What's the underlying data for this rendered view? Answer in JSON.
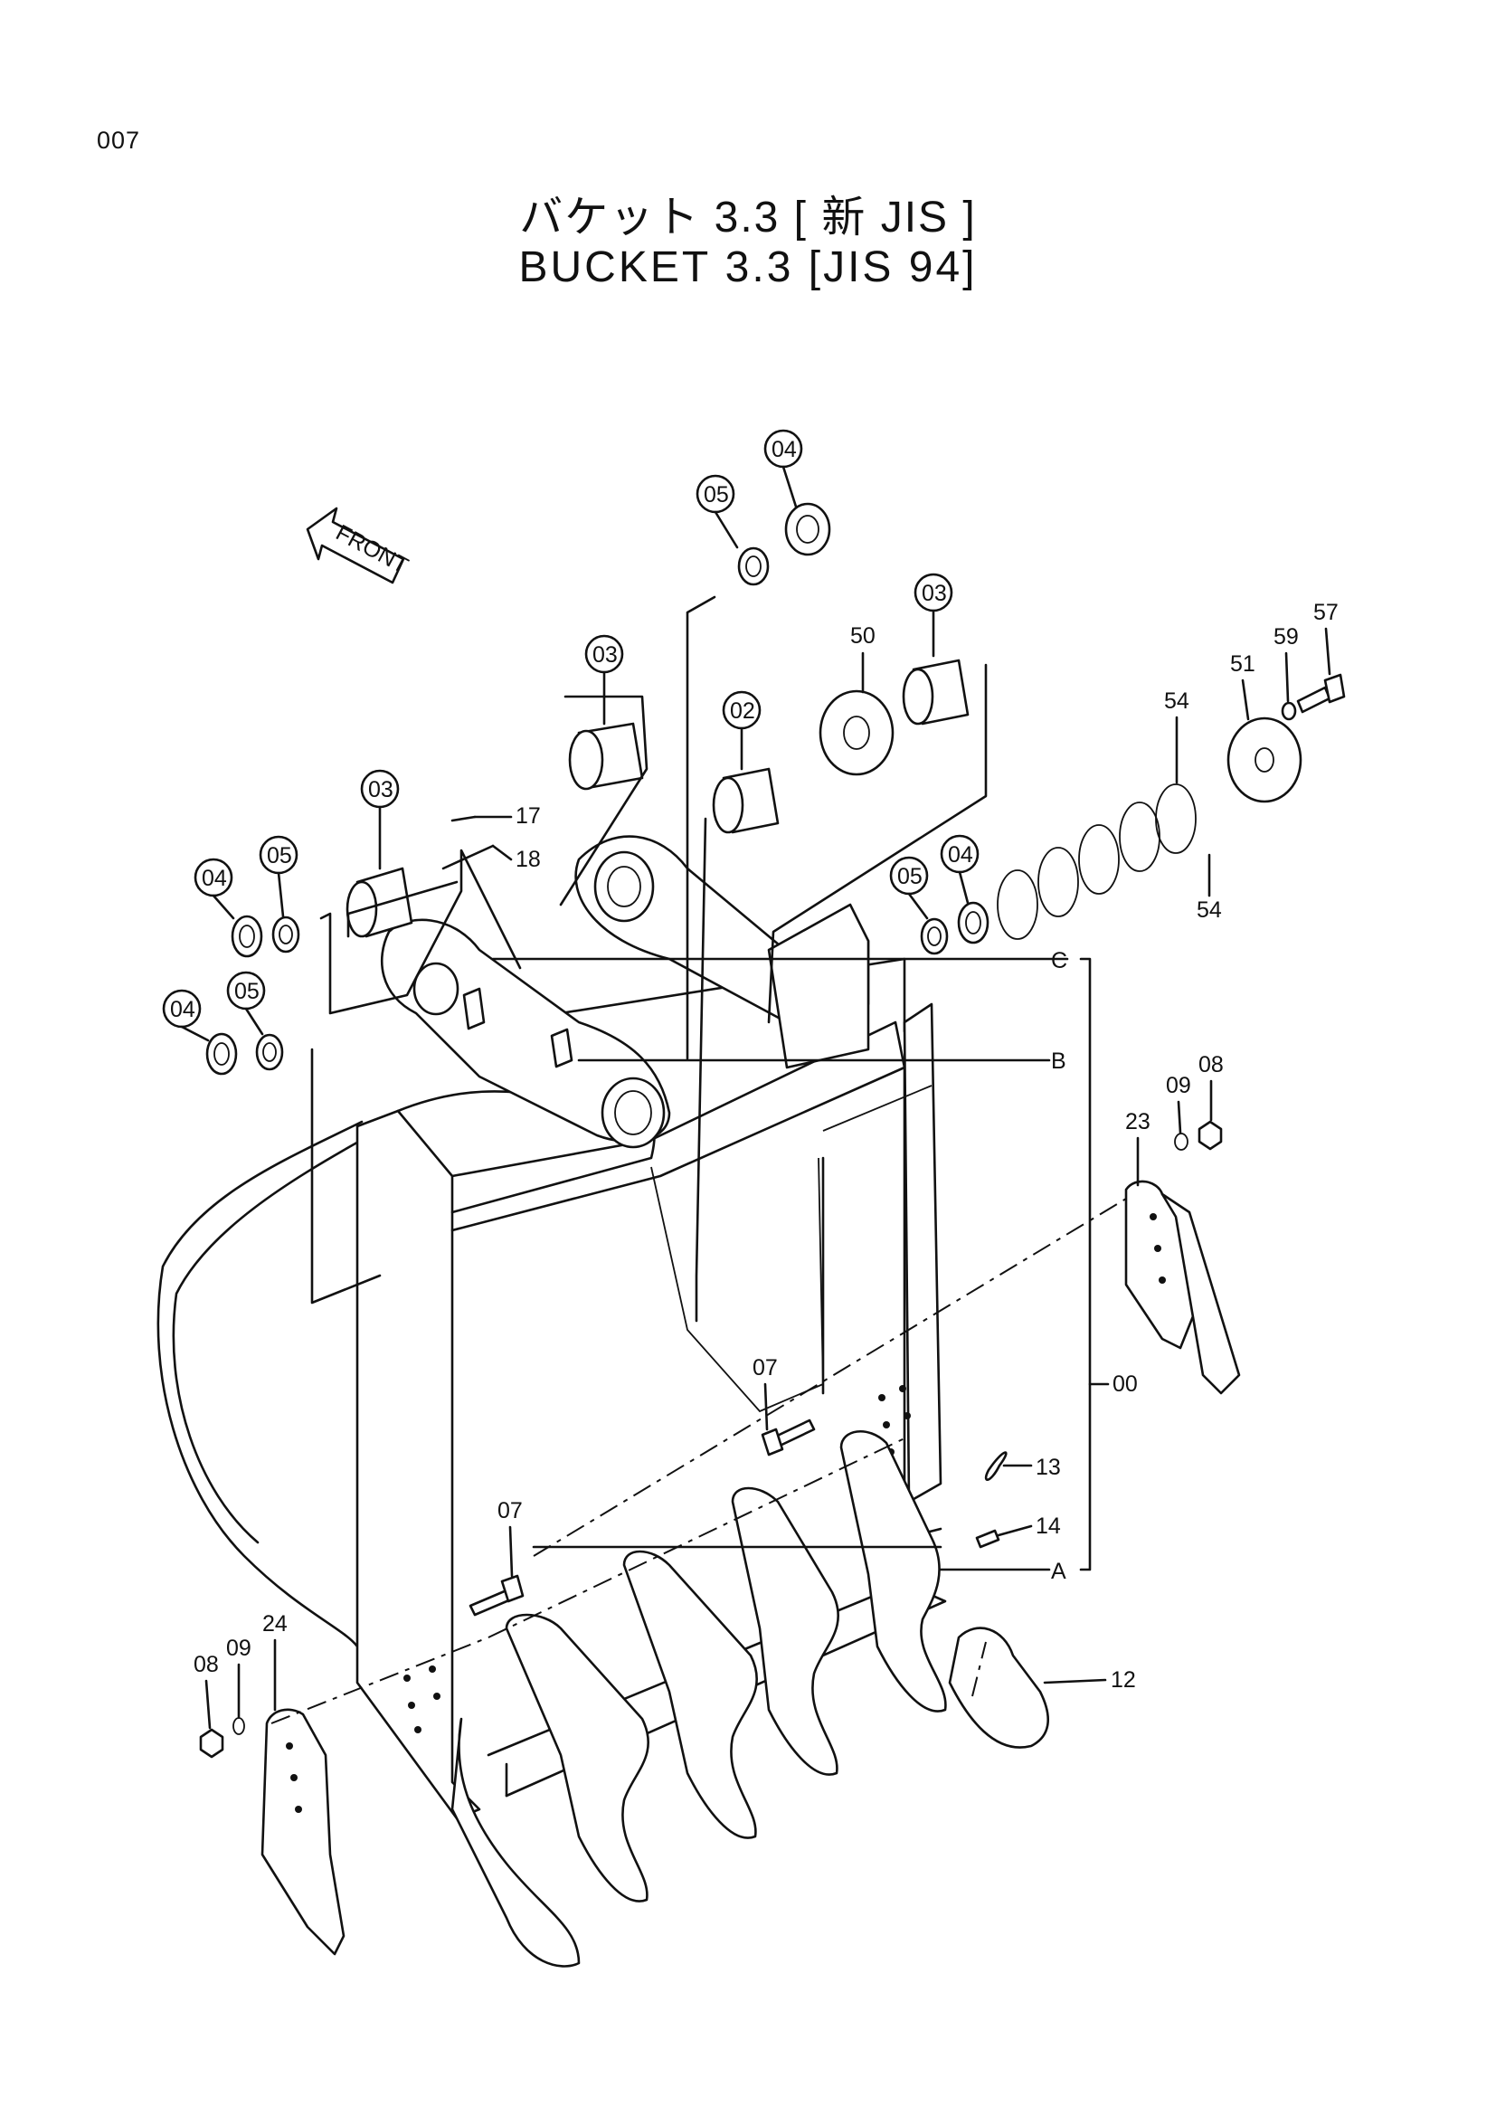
{
  "page_number": "007",
  "title_jp": "バケット 3.3 [ 新 JIS ]",
  "title_en": "BUCKET   3.3  [JIS   94]",
  "front_label": "FRONT",
  "callouts": {
    "c00": "00",
    "c02": "02",
    "c03a": "03",
    "c03b": "03",
    "c03c": "03",
    "c04a": "04",
    "c04b": "04",
    "c04c": "04",
    "c04d": "04",
    "c05a": "05",
    "c05b": "05",
    "c05c": "05",
    "c05d": "05",
    "c07a": "07",
    "c07b": "07",
    "c08a": "08",
    "c08b": "08",
    "c09a": "09",
    "c09b": "09",
    "c12": "12",
    "c13": "13",
    "c14": "14",
    "c17": "17",
    "c18": "18",
    "c23": "23",
    "c24": "24",
    "c50": "50",
    "c51": "51",
    "c54a": "54",
    "c54b": "54",
    "c57": "57",
    "c59": "59",
    "cA": "A",
    "cB": "B",
    "cC": "C"
  }
}
